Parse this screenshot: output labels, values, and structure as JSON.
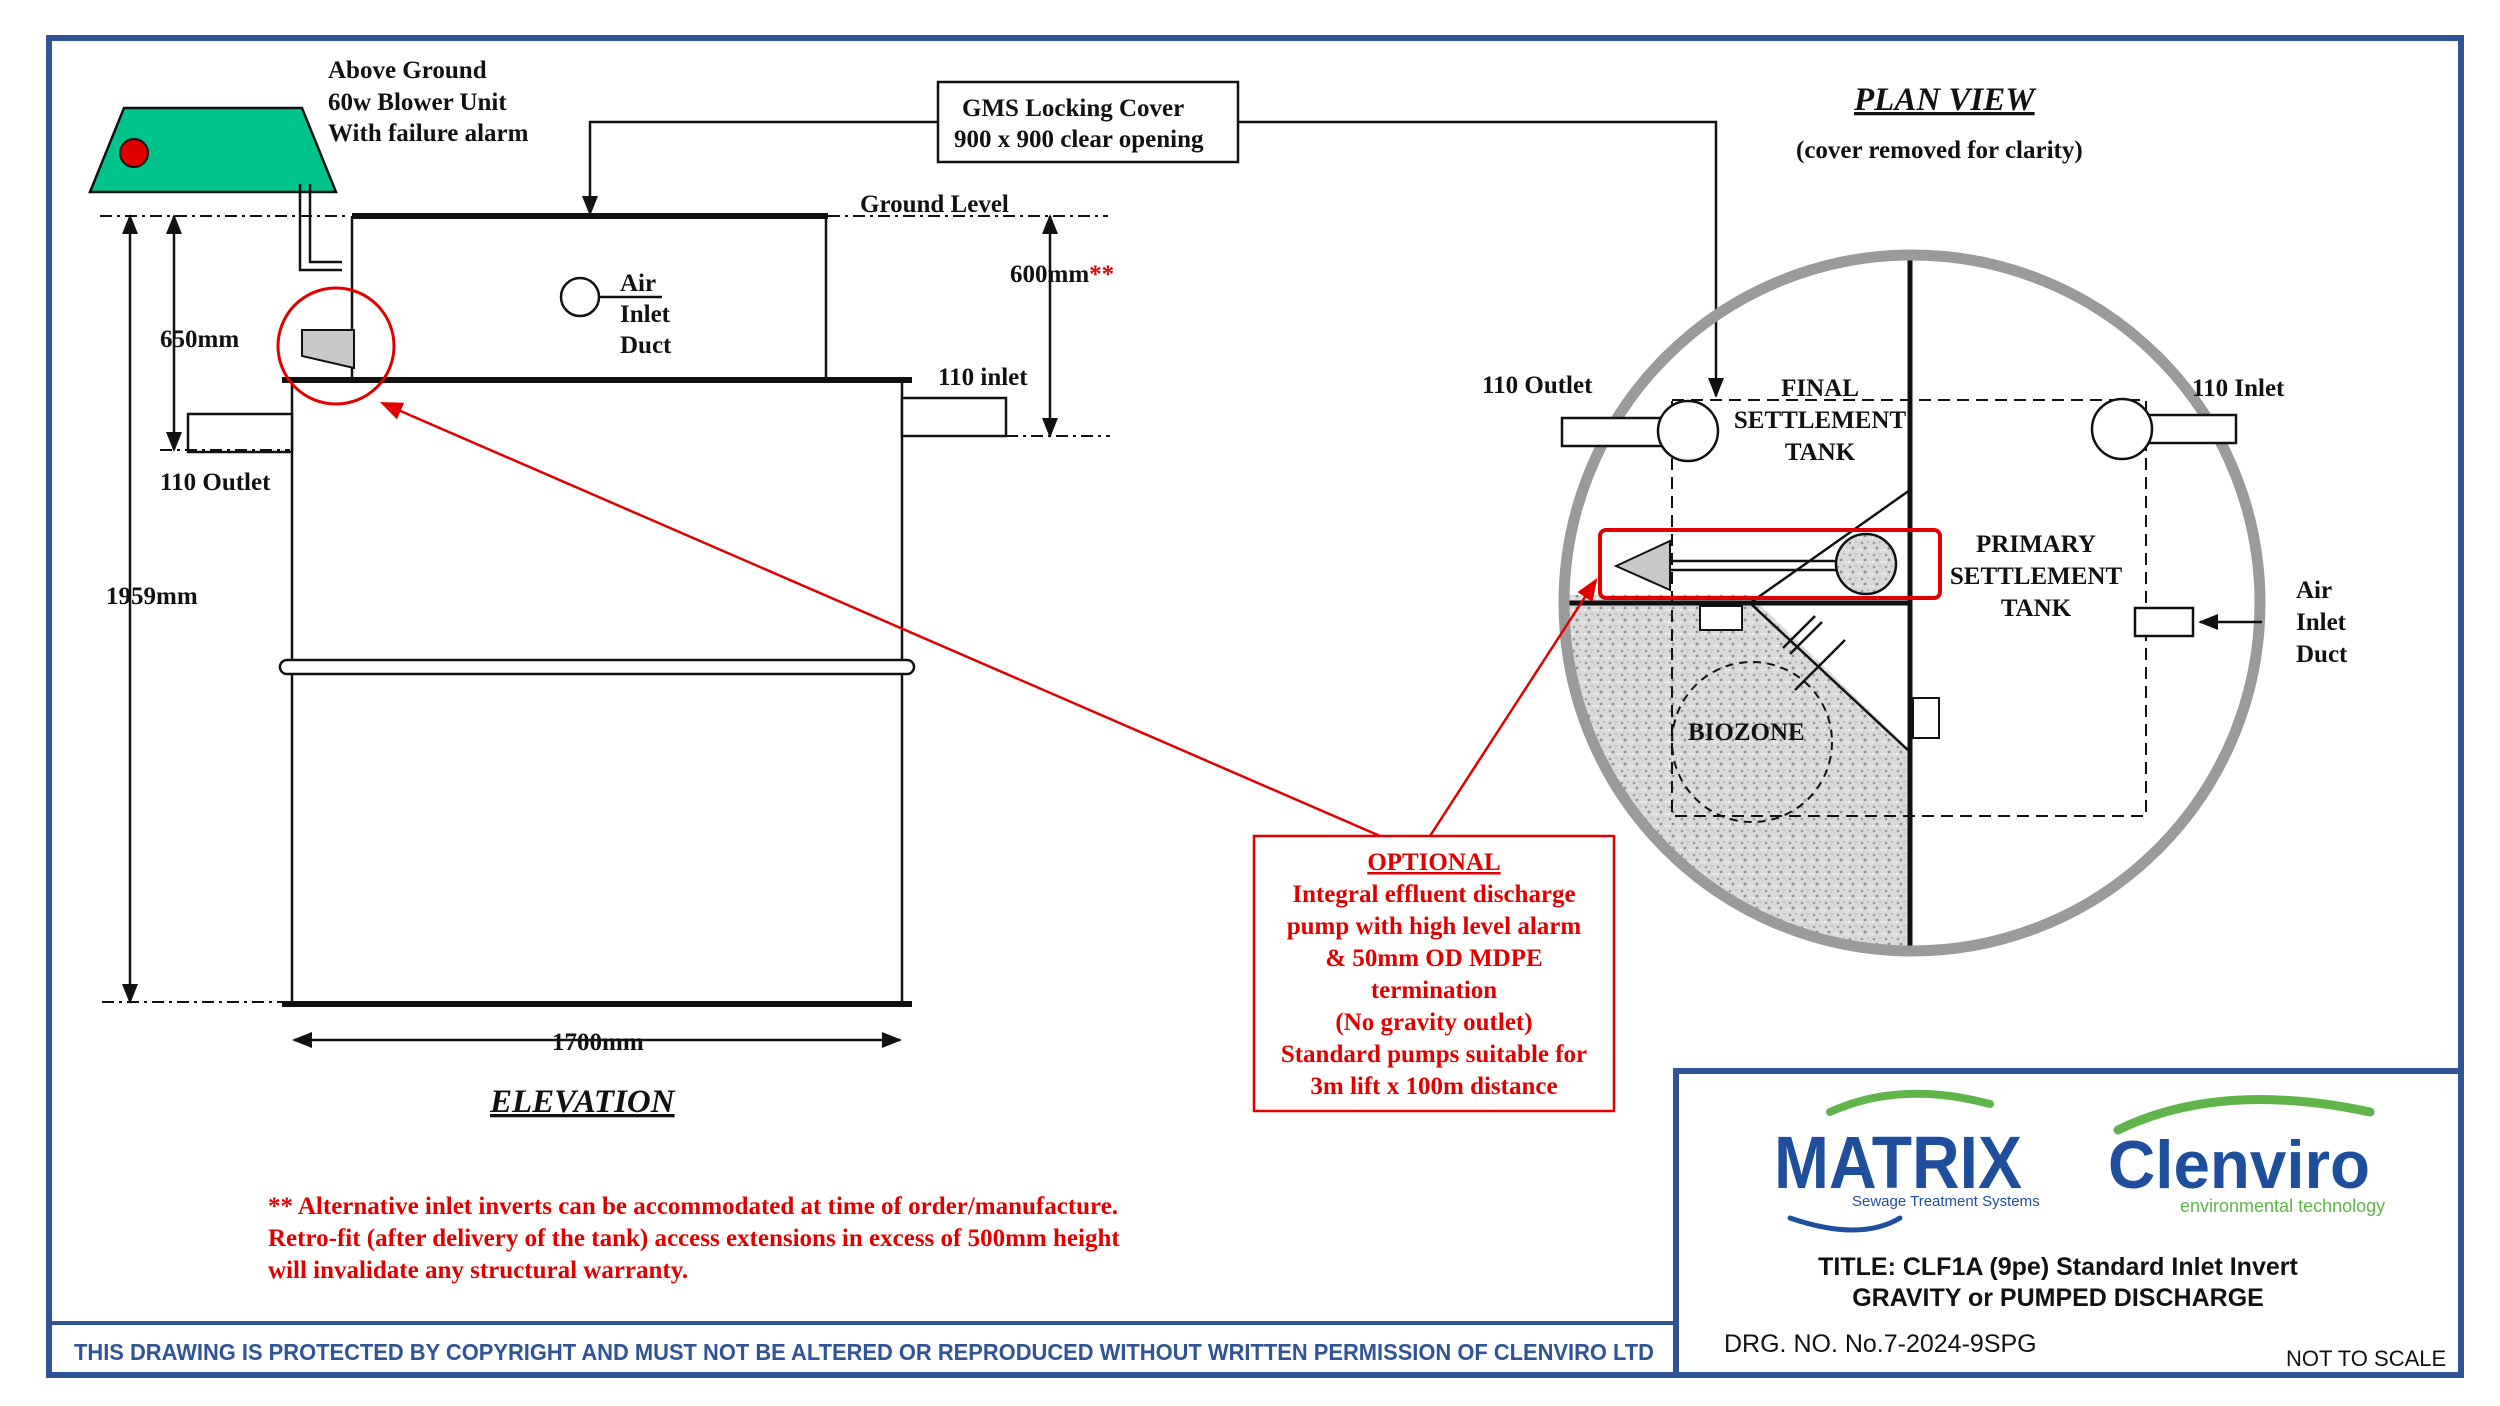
{
  "colors": {
    "frame": "#2f5597",
    "red": "#e00000",
    "green": "#00c48c",
    "matrix_blue": "#1f4e9c",
    "clenviro_green": "#5fb54a"
  },
  "elevation": {
    "blower_lines": [
      "Above Ground",
      "60w Blower Unit",
      "With failure alarm"
    ],
    "cover_lines": [
      "GMS Locking Cover",
      "900 x 900 clear opening"
    ],
    "ground_level": "Ground Level",
    "air_inlet_lines": [
      "Air",
      "Inlet",
      "Duct"
    ],
    "dim_650": "650mm",
    "dim_600": "600mm",
    "dim_600_mark": "**",
    "inlet_label": "110 inlet",
    "outlet_label": "110 Outlet",
    "dim_height": "1959mm",
    "dim_width": "1700mm",
    "title": "ELEVATION"
  },
  "plan": {
    "title": "PLAN VIEW",
    "subtitle": "(cover removed for clarity)",
    "outlet_label": "110 Outlet",
    "inlet_label": "110 Inlet",
    "final_lines": [
      "FINAL",
      "SETTLEMENT",
      "TANK"
    ],
    "primary_lines": [
      "PRIMARY",
      "SETTLEMENT",
      "TANK"
    ],
    "air_inlet_lines": [
      "Air",
      "Inlet",
      "Duct"
    ],
    "biozone": "BIOZONE"
  },
  "optional_box": {
    "heading": "OPTIONAL",
    "lines": [
      "Integral effluent discharge",
      "pump with high level alarm",
      "& 50mm OD MDPE",
      "termination",
      "(No gravity outlet)",
      "Standard pumps suitable for",
      "3m lift x 100m distance"
    ]
  },
  "footnote": [
    "** Alternative inlet inverts can be accommodated at time of order/manufacture.",
    "Retro-fit (after delivery of the tank) access extensions in excess of 500mm height",
    "will invalidate any structural warranty."
  ],
  "copyright": "THIS DRAWING IS PROTECTED BY COPYRIGHT AND MUST NOT BE ALTERED OR REPRODUCED WITHOUT WRITTEN PERMISSION OF CLENVIRO LTD",
  "titleblock": {
    "matrix_logo": "MATRIX",
    "matrix_tagline": "Sewage Treatment Systems",
    "clenviro_logo": "Clenviro",
    "clenviro_tagline": "environmental technology",
    "title_line1": "TITLE:  CLF1A (9pe) Standard Inlet Invert",
    "title_line2": "GRAVITY or PUMPED DISCHARGE",
    "drg_no": "DRG. NO.  No.7-2024-9SPG",
    "scale": "NOT TO SCALE"
  }
}
